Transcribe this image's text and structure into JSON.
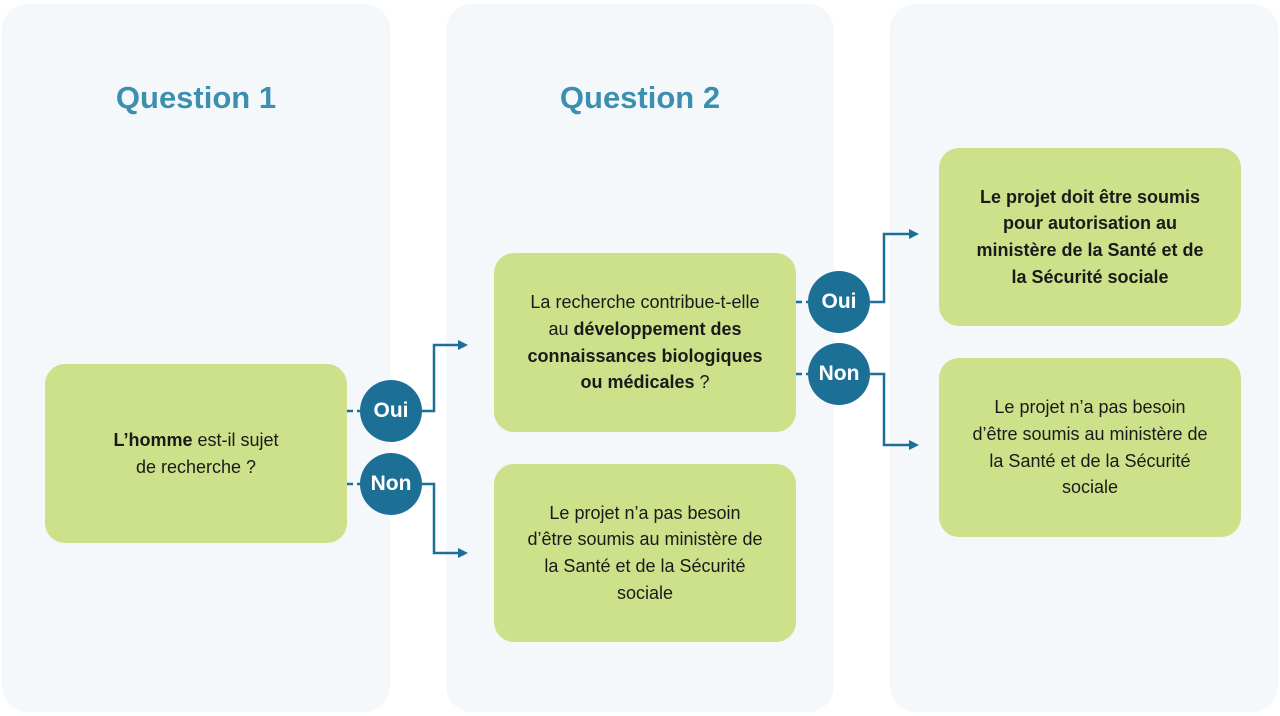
{
  "question1": {
    "title": "Question 1",
    "box": {
      "bold": "L’homme",
      "rest_line1": " est-il sujet",
      "line2": "de recherche ?"
    }
  },
  "question2": {
    "title": "Question 2",
    "box_yes": {
      "line1": "La recherche contribue-t-elle",
      "line2_plain": "au ",
      "line2_bold": "développement des",
      "line3_bold": "connaissances biologiques",
      "line4_bold": "ou médicales",
      "line4_plain": " ?"
    },
    "box_no": {
      "line1": "Le projet n’a pas besoin",
      "line2": "d’être soumis au ministère de",
      "line3": "la Santé et de la Sécurité",
      "line4": "sociale"
    }
  },
  "result": {
    "box_yes": {
      "line1": "Le projet doit être soumis",
      "line2": "pour autorisation au",
      "line3": "ministère de la Santé et de",
      "line4": "la Sécurité sociale"
    },
    "box_no": {
      "line1": "Le projet n’a pas besoin",
      "line2": "d’être soumis au ministère de",
      "line3": "la Santé et de la Sécurité",
      "line4": "sociale"
    }
  },
  "labels": {
    "yes": "Oui",
    "no": "Non"
  },
  "colors": {
    "title": "#3d8fb0",
    "box": "#cde08a",
    "circle": "#1c6f95",
    "column": "#f4f8fb",
    "line": "#1c6f95"
  }
}
